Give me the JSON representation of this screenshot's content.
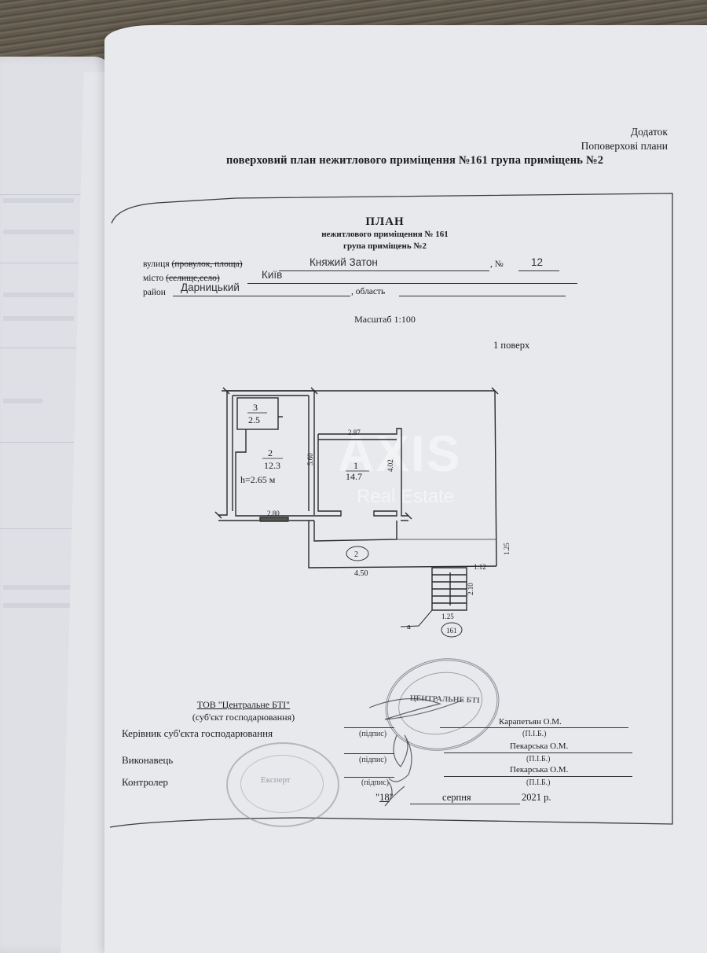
{
  "header": {
    "appendix": "Додаток",
    "floor_plans": "Поповерхові плани",
    "title": "поверховий план нежитлового приміщення №161 група приміщень №2"
  },
  "plan": {
    "title": "ПЛАН",
    "subtitle1": "нежитлового приміщення № 161",
    "subtitle2": "група приміщень №2",
    "street_label": "вулиця",
    "street_struck": "(провулок, площа)",
    "street_value": "Княжий Затон",
    "number_label": ", №",
    "number_value": "12",
    "city_label": "місто",
    "city_struck": "(селище,село)",
    "city_value": "Київ",
    "district_label": "район",
    "district_value": "Дарницький",
    "region_label": ", область",
    "region_value": "",
    "scale": "Масштаб 1:100",
    "floor": "1 поверх"
  },
  "drawing": {
    "rooms": [
      {
        "number": "3",
        "area": "2.5"
      },
      {
        "number": "2",
        "area": "12.3"
      },
      {
        "number": "1",
        "area": "14.7"
      }
    ],
    "ceiling_height": "h=2.65 м",
    "dimensions": {
      "room1_width": "2.87",
      "room1_depth": "4.02",
      "room2_depth": "5.60",
      "room2_width": "2.80",
      "overall_width": "4.50",
      "porch_depth": "1.25",
      "stair_offset": "1.12",
      "stair_length": "2.10",
      "stair_width": "1.25"
    },
    "group_marker": "2",
    "unit_marker": "161",
    "letter_marker": "а"
  },
  "watermark": {
    "brand": "AXIS",
    "sub": "Real Estate"
  },
  "signatures": {
    "company": "ТОВ \"Центральне БТІ\"",
    "company_caption": "(суб'єкт господарювання)",
    "rows": [
      {
        "role": "Керівник суб'єкта господарювання",
        "sign_caption": "(підпис)",
        "name": "Карапетьян О.М.",
        "name_caption": "(П.І.Б.)"
      },
      {
        "role": "Виконавець",
        "sign_caption": "(підпис)",
        "name": "Пекарська О.М.",
        "name_caption": "(П.І.Б.)"
      },
      {
        "role": "Контролер",
        "sign_caption": "(підпис)",
        "name": "Пекарська О.М.",
        "name_caption": "(П.І.Б.)"
      }
    ],
    "date_day": "18",
    "date_month": "серпня",
    "date_year": "2021 р.",
    "stamp_text": "ЦЕНТРАЛЬНЕ БТІ",
    "stamp2_text": "Експерт"
  }
}
